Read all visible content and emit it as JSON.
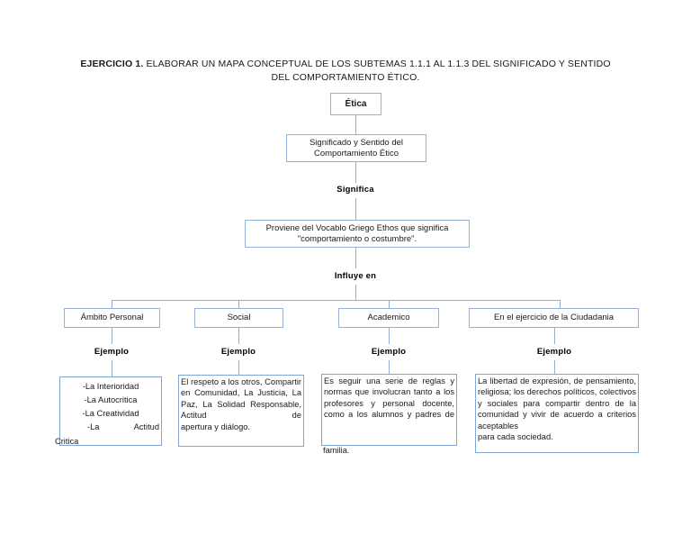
{
  "document": {
    "title_prefix": "EJERCICIO 1.",
    "title_rest": " ELABORAR UN MAPA CONCEPTUAL DE LOS SUBTEMAS 1.1.1 AL 1.1.3 DEL SIGNIFICADO Y SENTIDO DEL COMPORTAMIENTO ÉTICO.",
    "accent_border": "#95b3d7",
    "connector_color": "#8fb0d3"
  },
  "map": {
    "root": {
      "label": "Ética"
    },
    "level2": {
      "label": "Significado y Sentido del Comportamiento Ético"
    },
    "link_significa": "Significa",
    "definition": {
      "label": "Proviene del Vocablo Griego Ethos que significa \"comportamiento o costumbre\"."
    },
    "link_influye": "Influye en",
    "branches": [
      {
        "label": "Ámbito Personal",
        "link_label": "Ejemplo"
      },
      {
        "label": "Social",
        "link_label": "Ejemplo"
      },
      {
        "label": "Academico",
        "link_label": "Ejemplo"
      },
      {
        "label": "En el ejercicio de la Ciudadania",
        "link_label": "Ejemplo"
      }
    ],
    "examples": [
      {
        "for": "Ámbito Personal",
        "items": [
          "-La Interioridad",
          "-La Autocritica",
          "-La Creatividad",
          "-La   Actitud",
          "Critica"
        ],
        "full_text": "-La Interioridad -La Autocritica -La Creatividad -La Actitud Critica"
      },
      {
        "for": "Social",
        "text": "El respeto a los otros, Compartir en Comunidad, La Justicia, La Paz, La Solidad Responsable, Actitud de",
        "last_line": "apertura y diálogo.",
        "full_text": "El respeto a los otros, Compartir en Comunidad, La Justicia, La Paz, La Solidad Responsable, Actitud de apertura y diálogo."
      },
      {
        "for": "Academico",
        "text": "Es seguir una serie de reglas y normas que involucran tanto a los profesores y personal docente, como a los alumnos y padres de",
        "last_line": "familia.",
        "full_text": "Es seguir una serie de reglas y normas que involucran tanto a los profesores y personal docente, como a los alumnos y padres de familia."
      },
      {
        "for": "En el ejercicio de la Ciudadania",
        "text": "La libertad de expresión, de pensamiento, religiosa; los derechos políticos, colectivos y sociales para compartir dentro de la comunidad y vivir de acuerdo a criterios aceptables",
        "last_line": "para cada sociedad.",
        "full_text": "La libertad de expresión, de pensamiento, religiosa; los derechos políticos, colectivos y sociales para compartir dentro de la comunidad y vivir de acuerdo a criterios aceptables para cada sociedad."
      }
    ]
  }
}
